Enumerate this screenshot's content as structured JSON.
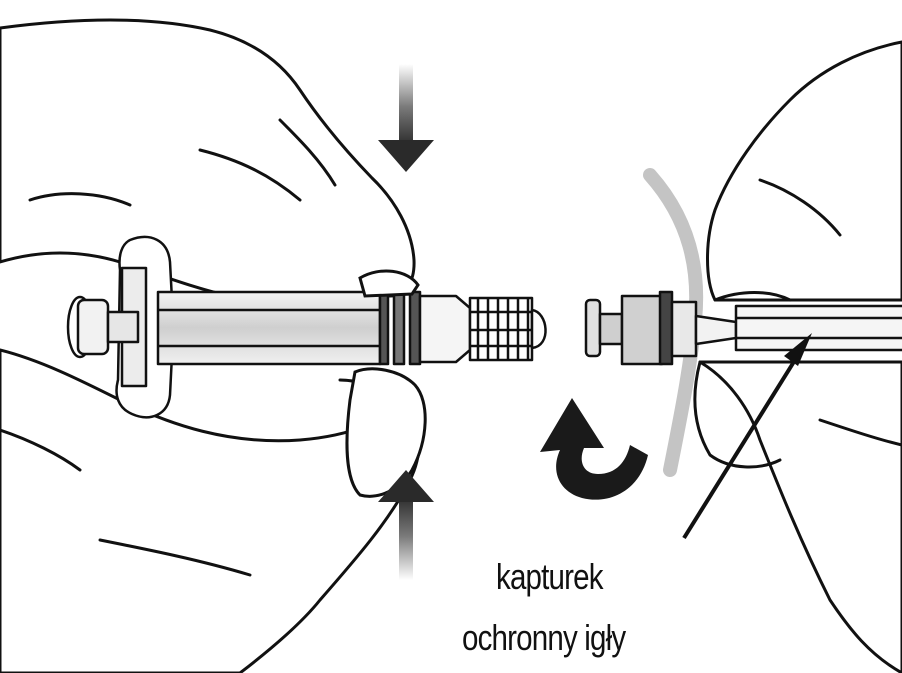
{
  "callout": {
    "line1": "kapturek",
    "line2": "ochronny igły"
  },
  "colors": {
    "ink": "#111111",
    "gray_arrow": "#7a7a7a",
    "dark_arrow": "#222222",
    "tube": "#c9c9c9",
    "background": "#ffffff"
  },
  "icons": [
    "left-hand",
    "right-hand",
    "syringe",
    "needle-cap",
    "press-down-arrow-icon",
    "press-up-arrow-icon",
    "twist-arrow-icon",
    "callout-pointer-arrow-icon"
  ]
}
